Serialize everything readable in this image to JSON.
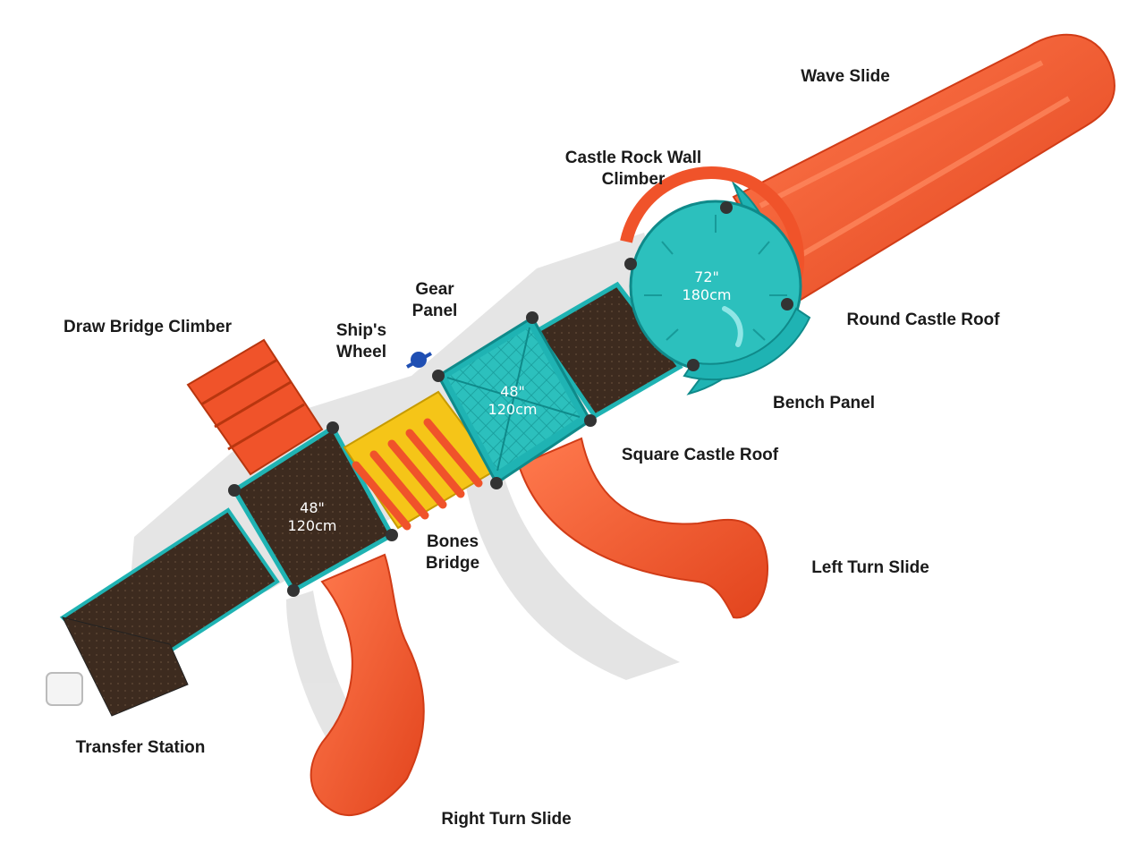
{
  "labels": {
    "wave_slide": "Wave Slide",
    "castle_rock_line1": "Castle Rock Wall",
    "castle_rock_line2": "Climber",
    "gear_line1": "Gear",
    "gear_line2": "Panel",
    "ships_line1": "Ship's",
    "ships_line2": "Wheel",
    "draw_bridge": "Draw Bridge Climber",
    "round_castle_roof": "Round Castle Roof",
    "bench_panel": "Bench Panel",
    "square_castle_roof": "Square Castle Roof",
    "bones_line1": "Bones",
    "bones_line2": "Bridge",
    "left_turn_slide": "Left Turn Slide",
    "transfer_station": "Transfer Station",
    "right_turn_slide": "Right Turn Slide"
  },
  "dimensions": {
    "round_in": "72\"",
    "round_cm": "180cm",
    "square_in": "48\"",
    "square_cm": "120cm",
    "left_in": "48\"",
    "left_cm": "120cm"
  },
  "colors": {
    "slide": "#f0532a",
    "teal": "#1fb3b3",
    "deck": "#3a2a1e",
    "bones_yellow": "#f5c518"
  }
}
